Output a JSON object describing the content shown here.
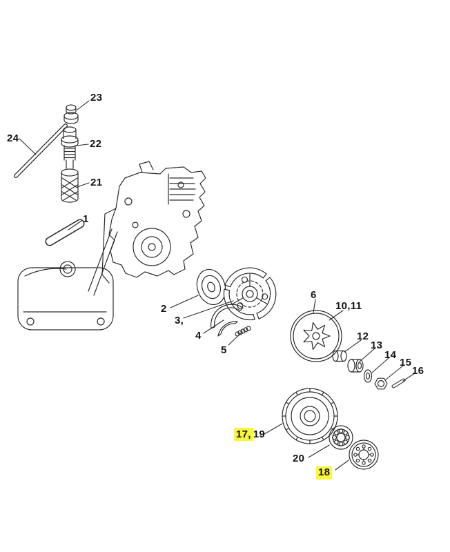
{
  "diagram": {
    "kind": "exploded-parts-diagram",
    "background_color": "#ffffff",
    "line_color": "#2b2b2b",
    "highlight_color": "#f8f73f",
    "labels": [
      {
        "id": "23",
        "text": "23",
        "highlighted": false
      },
      {
        "id": "24",
        "text": "24",
        "highlighted": false
      },
      {
        "id": "22",
        "text": "22",
        "highlighted": false
      },
      {
        "id": "21",
        "text": "21",
        "highlighted": false
      },
      {
        "id": "1",
        "text": "1",
        "highlighted": false
      },
      {
        "id": "2",
        "text": "2",
        "highlighted": false
      },
      {
        "id": "3",
        "text": "3,",
        "highlighted": false
      },
      {
        "id": "4",
        "text": "4",
        "highlighted": false
      },
      {
        "id": "5",
        "text": "5",
        "highlighted": false
      },
      {
        "id": "6",
        "text": "6",
        "highlighted": false
      },
      {
        "id": "10,11",
        "text": "10,11",
        "highlighted": false
      },
      {
        "id": "12",
        "text": "12",
        "highlighted": false
      },
      {
        "id": "13",
        "text": "13",
        "highlighted": false
      },
      {
        "id": "14",
        "text": "14",
        "highlighted": false
      },
      {
        "id": "15",
        "text": "15",
        "highlighted": false
      },
      {
        "id": "16",
        "text": "16",
        "highlighted": false
      },
      {
        "id": "17,19",
        "text": "17,19",
        "highlight_part": "17,",
        "plain_part": "19",
        "highlighted": true
      },
      {
        "id": "20",
        "text": "20",
        "highlighted": false
      },
      {
        "id": "18",
        "text": "18",
        "highlighted": true
      }
    ]
  }
}
